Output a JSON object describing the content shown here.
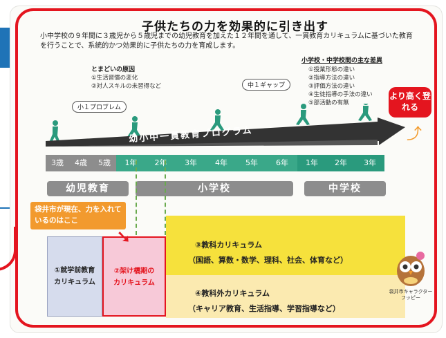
{
  "title": "子供たちの力を効果的に引き出す",
  "subtitle": "小中学校の９年間に３歳児から５歳児までの幼児教育を加えた１２年間を通して、一貫教育カリキュラムに基づいた教育を行うことで、系統的かつ効果的に子供たちの力を育成します。",
  "causes": {
    "heading": "とまどいの原因",
    "items": [
      "①生活習慣の変化",
      "②対人スキルの未習得など"
    ]
  },
  "bubbles": {
    "sho1": "小１プロブレム",
    "chu1": "中１ギャップ"
  },
  "differences": {
    "heading": "小学校・中学校間の主な差異",
    "items": [
      "①授業形態の違い",
      "②指導方法の違い",
      "③評価方法の違い",
      "④生徒指導の手法の違い",
      "⑤部活動の有無"
    ]
  },
  "program_label": "幼小中一貫教育プログラム",
  "higher_label": "より高く登れる",
  "grades": [
    "3歳",
    "4歳",
    "5歳",
    "1年",
    "2年",
    "3年",
    "4年",
    "5年",
    "6年",
    "1年",
    "2年",
    "3年"
  ],
  "stages": {
    "kindergarten": "幼児教育",
    "elementary": "小学校",
    "junior_high": "中学校"
  },
  "note": "袋井市が現在、力を入れているのはここ",
  "boxes": {
    "preschool": [
      "①就学前教育",
      "カリキュラム"
    ],
    "bridge": [
      "②架け橋期の",
      "カリキュラム"
    ]
  },
  "curriculum": {
    "subject_title": "③教科カリキュラム",
    "subject_detail": "（国語、算数・数学、理科、社会、体育など）",
    "non_subject_title": "④教科外カリキュラム",
    "non_subject_detail": "（キャリア教育、生活指導、学習指導など）"
  },
  "mascot_label": [
    "袋井市キャラクター",
    "フッピー"
  ],
  "colors": {
    "red": "#e4151f",
    "blue": "#1f73b7",
    "teal": "#2a9a7d",
    "kinder_grey": "#8d8d8d",
    "yellow": "#f6e13c",
    "orange": "#f29a2e"
  }
}
